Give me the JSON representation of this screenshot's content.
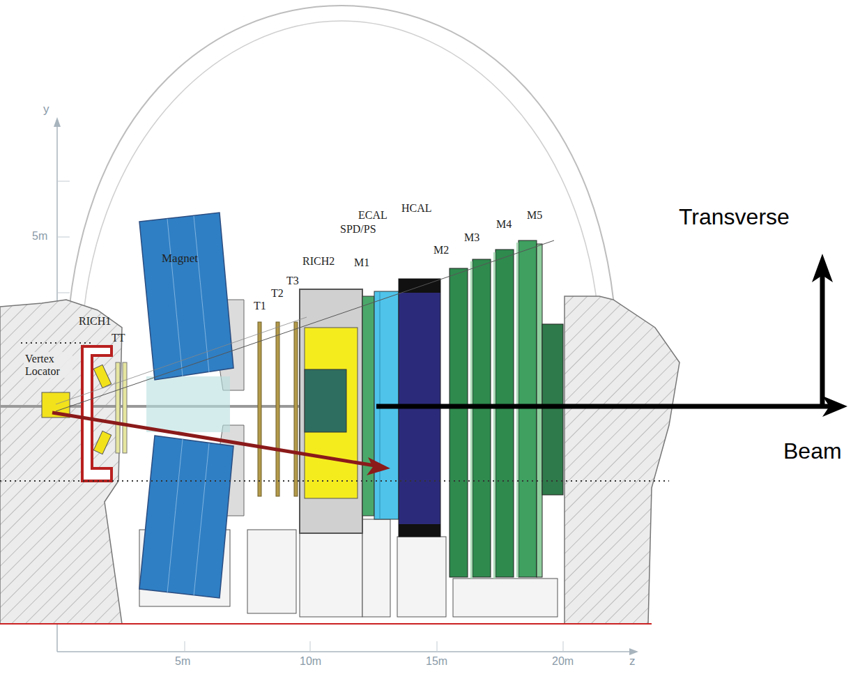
{
  "diagram": {
    "labels": [
      "y",
      "5m",
      "Vertex Locator",
      "RICH1",
      "TT",
      "Magnet",
      "T1",
      "T2",
      "T3",
      "RICH2",
      "M1",
      "SPD/PS",
      "ECAL",
      "HCAL",
      "M2",
      "M3",
      "M4",
      "M5",
      "Transverse",
      "Beam",
      "5m",
      "10m",
      "15m",
      "20m",
      "z"
    ]
  }
}
